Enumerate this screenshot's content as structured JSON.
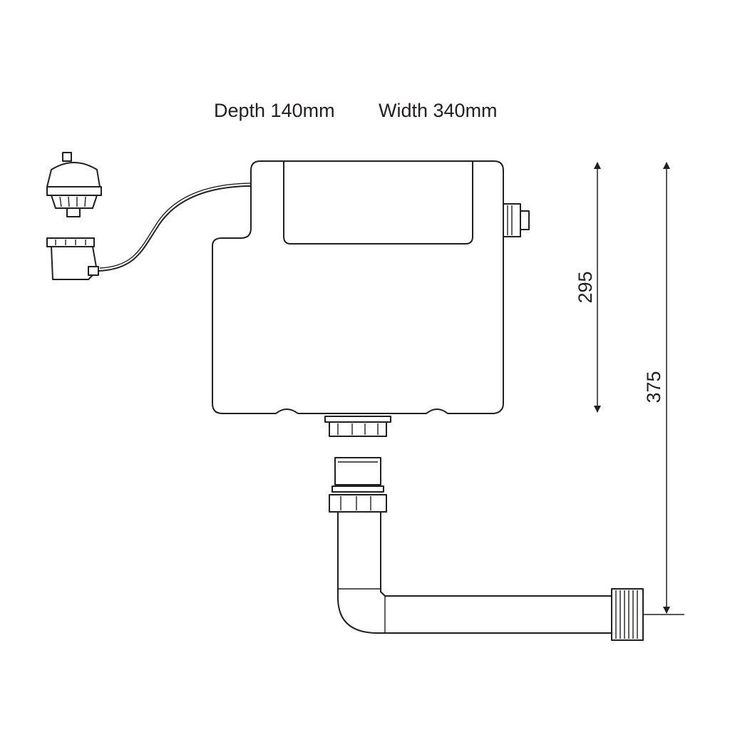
{
  "header": {
    "depth": "Depth 140mm",
    "width": "Width 340mm"
  },
  "dimensions": {
    "cistern_height": "295",
    "overall_height": "375"
  }
}
